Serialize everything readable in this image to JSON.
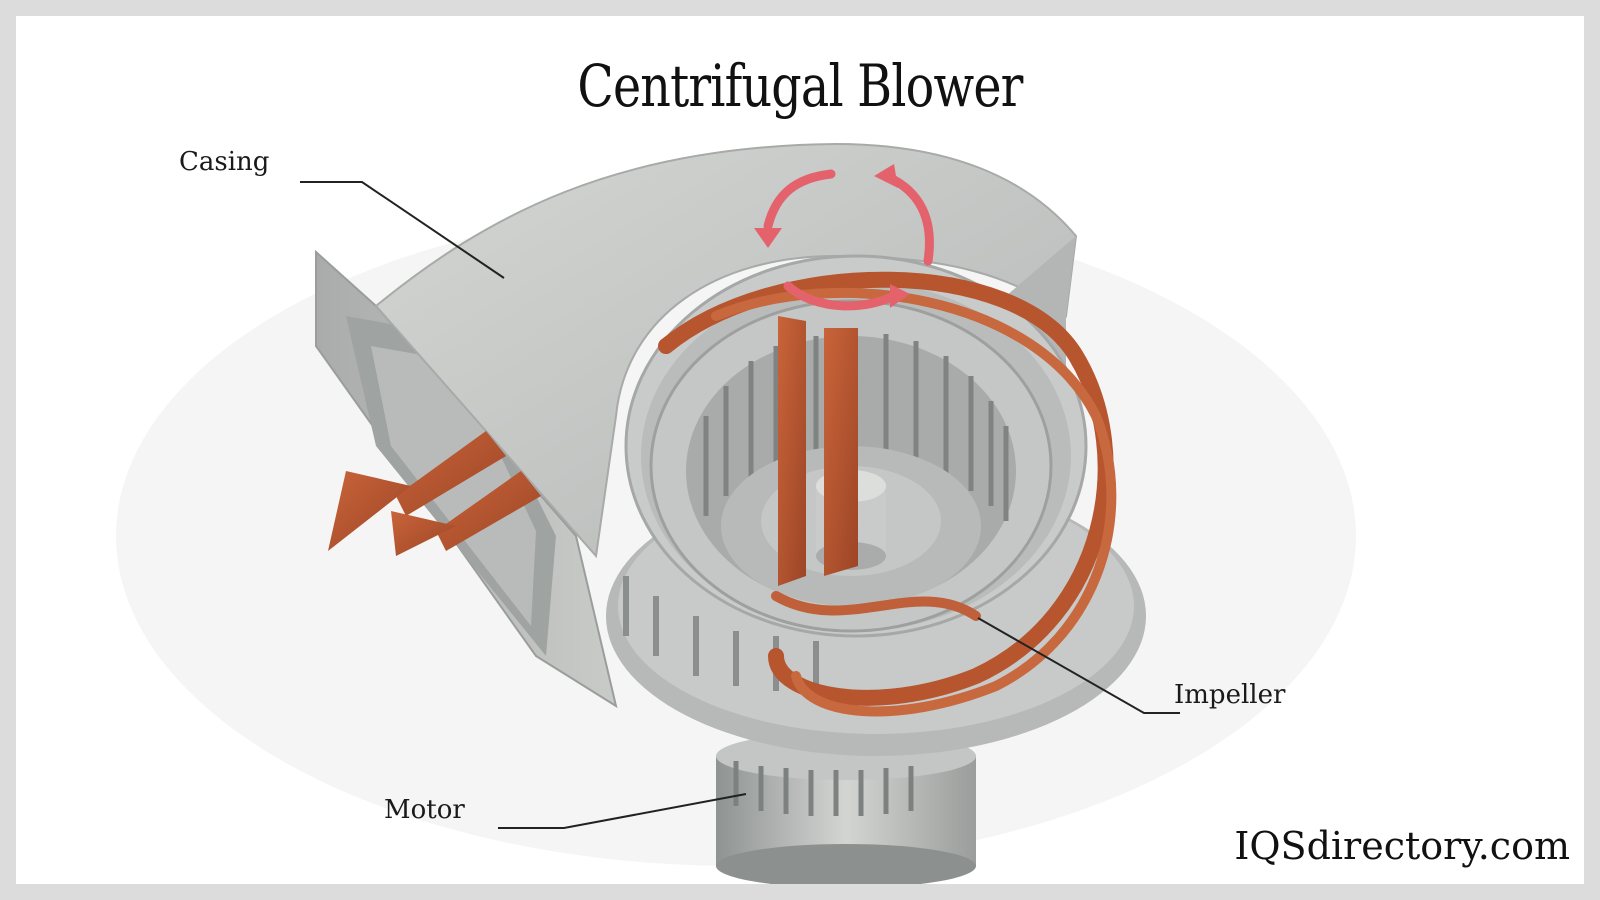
{
  "title": "Centrifugal Blower",
  "labels": {
    "casing": "Casing",
    "impeller": "Impeller",
    "motor": "Motor"
  },
  "brand": "IQSdirectory.com",
  "colors": {
    "casing": "#bcbfbd",
    "airflow": "#b5562f",
    "rotation_arrow": "#e4626c",
    "leader_line": "#222222"
  }
}
